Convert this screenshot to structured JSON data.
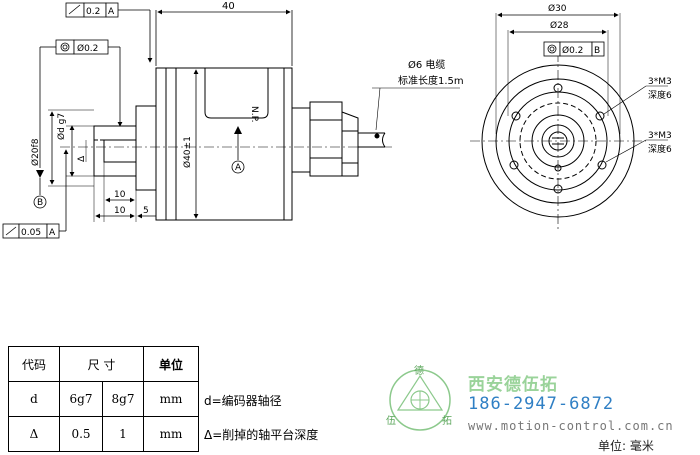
{
  "drawing": {
    "tol_runout_top": "0.2",
    "tol_datum_top": "A",
    "dim_length": "40",
    "tol_concentric": "Ø0.2",
    "dim_shaft_dia": "Ø20f8",
    "dim_d": "Ød g7",
    "delta_symbol": "Δ",
    "dim_body_dia": "Ø40±1",
    "np_label": "N.P.",
    "datum_a": "A",
    "datum_b": "B",
    "dim_10_a": "10",
    "dim_10_b": "10",
    "dim_5": "5",
    "tol_runout_bottom": "0.05",
    "tol_datum_bottom": "A",
    "cable_label": "Ø6 电缆",
    "cable_length": "标准长度1.5m",
    "dim_30": "Ø30",
    "dim_28": "Ø28",
    "tol_face_runout": "Ø0.2",
    "tol_face_datum": "B",
    "hole_label_1": "3*M3",
    "hole_depth_1": "深度6",
    "hole_label_2": "3*M3",
    "hole_depth_2": "深度6"
  },
  "table": {
    "headers": [
      "代码",
      "尺 寸",
      "单位"
    ],
    "rows": [
      {
        "code": "d",
        "v1": "6g7",
        "v2": "8g7",
        "unit": "mm"
      },
      {
        "code": "Δ",
        "v1": "0.5",
        "v2": "1",
        "unit": "mm"
      }
    ]
  },
  "notes": {
    "d_note": "d=编码器轴径",
    "delta_note": "Δ=削掉的轴平台深度"
  },
  "branding": {
    "logo_chars": [
      "德",
      "伍",
      "拓"
    ],
    "company": "西安德伍拓",
    "phone": "186-2947-6872",
    "website": "www.motion-control.com.cn",
    "unit_label": "单位: 毫米"
  },
  "colors": {
    "company": "#9ad39a",
    "phone": "#2f7fc4",
    "website": "#777777",
    "logo_green": "#8cc98c"
  }
}
